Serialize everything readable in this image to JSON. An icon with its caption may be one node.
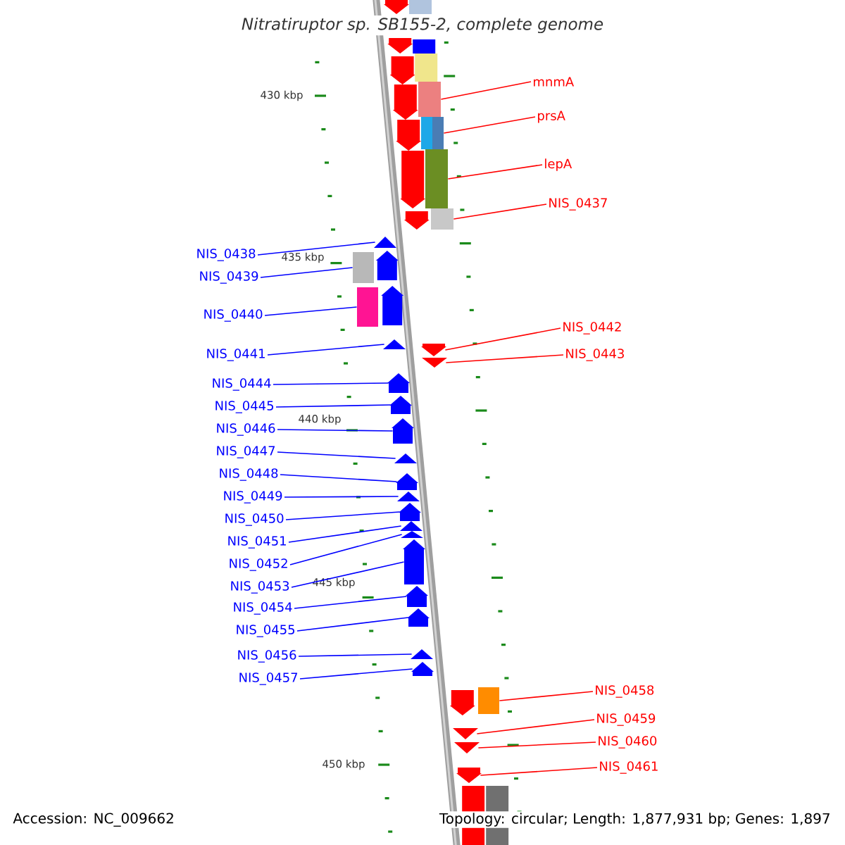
{
  "diagram": {
    "title": "Nitratiruptor sp. SB155-2, complete genome",
    "nodes": [
      {
        "text": [
          "mnmA"
        ]
      },
      {
        "text": [
          "prsA"
        ]
      },
      {
        "text": [
          "lepA"
        ]
      },
      {
        "text": [
          "NIS_0437"
        ]
      },
      {
        "text": [
          "NIS_0438"
        ]
      },
      {
        "text": [
          "NIS_0439"
        ]
      },
      {
        "text": [
          "NIS_0440"
        ]
      },
      {
        "text": [
          "NIS_0441"
        ]
      },
      {
        "text": [
          "NIS_0442"
        ]
      },
      {
        "text": [
          "NIS_0443"
        ]
      },
      {
        "text": [
          "NIS_0444"
        ]
      },
      {
        "text": [
          "NIS_0445"
        ]
      },
      {
        "text": [
          "NIS_0446"
        ]
      },
      {
        "text": [
          "NIS_0447"
        ]
      },
      {
        "text": [
          "NIS_0448"
        ]
      },
      {
        "text": [
          "NIS_0449"
        ]
      },
      {
        "text": [
          "NIS_0450"
        ]
      },
      {
        "text": [
          "NIS_0451"
        ]
      },
      {
        "text": [
          "NIS_0452"
        ]
      },
      {
        "text": [
          "NIS_0453"
        ]
      },
      {
        "text": [
          "NIS_0454"
        ]
      },
      {
        "text": [
          "NIS_0455"
        ]
      },
      {
        "text": [
          "NIS_0456"
        ]
      },
      {
        "text": [
          "NIS_0457"
        ]
      },
      {
        "text": [
          "NIS_0458"
        ]
      },
      {
        "text": [
          "NIS_0459"
        ]
      },
      {
        "text": [
          "NIS_0460"
        ]
      },
      {
        "text": [
          "NIS_0461"
        ]
      },
      {
        "text": [],
        "shape": "box"
      },
      {
        "text": [],
        "shape": "box"
      },
      {
        "text": [],
        "shape": "box"
      },
      {
        "text": [],
        "shape": "box"
      },
      {
        "text": [],
        "shape": "arrow"
      },
      {
        "text": [],
        "shape": "box"
      },
      {
        "text": [],
        "shape": "box"
      },
      {
        "text": [],
        "shape": "arrow"
      },
      {
        "text": [],
        "shape": "arrow"
      },
      {
        "text": [],
        "shape": "arrow"
      },
      {
        "text": [],
        "shape": "arrow"
      },
      {
        "text": [],
        "shape": "arrow"
      },
      {
        "text": [],
        "shape": "arrow"
      },
      {
        "text": [],
        "shape": "arrow"
      },
      {
        "text": [],
        "shape": "arrow"
      },
      {
        "text": [],
        "shape": "arrow"
      },
      {
        "text": [],
        "shape": "arrow"
      },
      {
        "text": [],
        "shape": "arrow"
      },
      {
        "text": [],
        "shape": "arrow"
      },
      {
        "text": [],
        "shape": "arrow"
      },
      {
        "text": [],
        "shape": "arrow"
      },
      {
        "text": [],
        "shape": "arrow"
      },
      {
        "text": [],
        "shape": "arrow"
      },
      {
        "text": [],
        "shape": "arrow"
      },
      {
        "text": [],
        "shape": "box"
      },
      {
        "text": [],
        "shape": "arrow"
      },
      {
        "text": [],
        "shape": "arrow"
      },
      {
        "text": [],
        "shape": "arrow"
      },
      {
        "text": [],
        "shape": "arrow"
      },
      {
        "text": [],
        "shape": "arrow"
      },
      {
        "text": [],
        "shape": "arrow"
      },
      {
        "text": [],
        "shape": "arrow"
      },
      {
        "text": [],
        "shape": "arrow"
      },
      {
        "text": [],
        "shape": "arrow"
      },
      {
        "text": [],
        "shape": "arrow"
      },
      {
        "text": [],
        "shape": "arrow"
      },
      {
        "text": [],
        "shape": "arrow"
      },
      {
        "text": [],
        "shape": "box"
      },
      {
        "text": [],
        "shape": "box"
      },
      {
        "text": [],
        "shape": "box"
      },
      {
        "text": [],
        "shape": "box"
      },
      {
        "text": [],
        "shape": "arrow"
      },
      {
        "text": [],
        "shape": "arrow"
      }
    ],
    "edges": [
      {
        "from": 0,
        "to": 28,
        "arrow": "none",
        "color": "#ff0000"
      },
      {
        "from": 1,
        "to": 29,
        "arrow": "none",
        "color": "#ff0000"
      },
      {
        "from": 2,
        "to": 30,
        "arrow": "none",
        "color": "#ff0000"
      },
      {
        "from": 3,
        "to": 31,
        "arrow": "none",
        "color": "#ff0000"
      },
      {
        "from": 4,
        "to": 32,
        "arrow": "none"
      },
      {
        "from": 5,
        "to": 33,
        "arrow": "none"
      },
      {
        "from": 6,
        "to": 34,
        "arrow": "none"
      },
      {
        "from": 7,
        "to": 35,
        "arrow": "none"
      },
      {
        "from": 8,
        "to": 36,
        "arrow": "none",
        "color": "#ff0000"
      },
      {
        "from": 9,
        "to": 37,
        "arrow": "none",
        "color": "#ff0000"
      },
      {
        "from": 10,
        "to": 38,
        "arrow": "none"
      },
      {
        "from": 11,
        "to": 39,
        "arrow": "none"
      },
      {
        "from": 12,
        "to": 40,
        "arrow": "none"
      },
      {
        "from": 13,
        "to": 41,
        "arrow": "none"
      },
      {
        "from": 14,
        "to": 42,
        "arrow": "none"
      },
      {
        "from": 15,
        "to": 43,
        "arrow": "none"
      },
      {
        "from": 16,
        "to": 44,
        "arrow": "none"
      },
      {
        "from": 17,
        "to": 45,
        "arrow": "none"
      },
      {
        "from": 18,
        "to": 46,
        "arrow": "none"
      },
      {
        "from": 19,
        "to": 47,
        "arrow": "none"
      },
      {
        "from": 20,
        "to": 48,
        "arrow": "none"
      },
      {
        "from": 21,
        "to": 49,
        "arrow": "none"
      },
      {
        "from": 22,
        "to": 50,
        "arrow": "none"
      },
      {
        "from": 23,
        "to": 51,
        "arrow": "none"
      },
      {
        "from": 24,
        "to": 52,
        "arrow": "none",
        "color": "#ff0000"
      },
      {
        "from": 25,
        "to": 53,
        "arrow": "none",
        "color": "#ff0000"
      },
      {
        "from": 26,
        "to": 54,
        "arrow": "none",
        "color": "#ff0000"
      },
      {
        "from": 27,
        "to": 55,
        "arrow": "none",
        "color": "#ff0000"
      }
    ],
    "labels": [
      "430 kbp",
      "435 kbp",
      "440 kbp",
      "445 kbp",
      "450 kbp",
      "Accession: NC_009662",
      "Topology: circular; Length: 1,877,931 bp; Genes: 1,897"
    ]
  }
}
